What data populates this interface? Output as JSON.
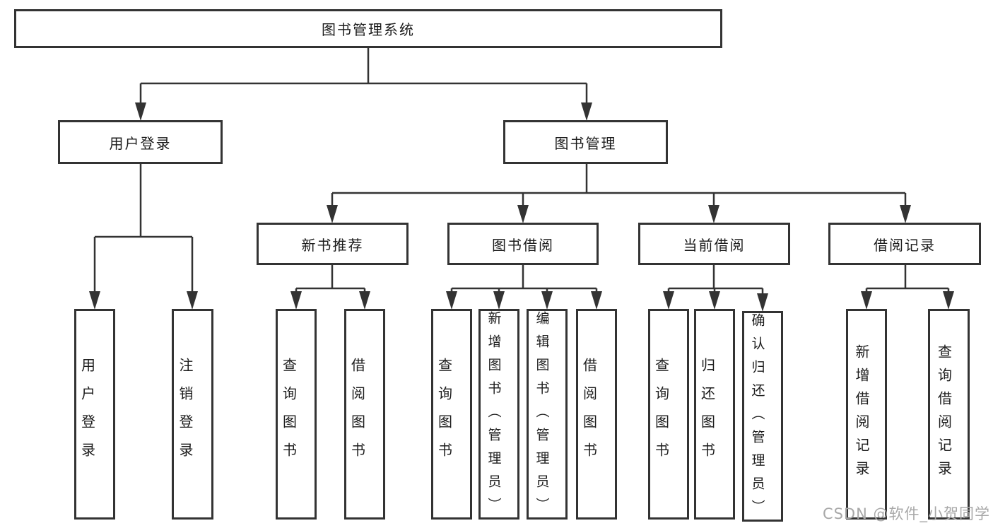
{
  "tree": {
    "label": "图书管理系统",
    "children": [
      {
        "label": "用户登录",
        "children": [
          {
            "label": "用户登录"
          },
          {
            "label": "注销登录"
          }
        ]
      },
      {
        "label": "图书管理",
        "children": [
          {
            "label": "新书推荐",
            "children": [
              {
                "label": "查询图书"
              },
              {
                "label": "借阅图书"
              }
            ]
          },
          {
            "label": "图书借阅",
            "children": [
              {
                "label": "查询图书"
              },
              {
                "label": "新增图书（管理员）"
              },
              {
                "label": "编辑图书（管理员）"
              },
              {
                "label": "借阅图书"
              }
            ]
          },
          {
            "label": "当前借阅",
            "children": [
              {
                "label": "查询图书"
              },
              {
                "label": "归还图书"
              },
              {
                "label": "确认归还（管理员）"
              }
            ]
          },
          {
            "label": "借阅记录",
            "children": [
              {
                "label": "新增借阅记录"
              },
              {
                "label": "查询借阅记录"
              }
            ]
          }
        ]
      }
    ]
  },
  "watermark": "CSDN @软件_小贺同学",
  "colors": {
    "line": "#333333",
    "text": "#1c1c1c",
    "watermark": "#a8a8a8"
  }
}
